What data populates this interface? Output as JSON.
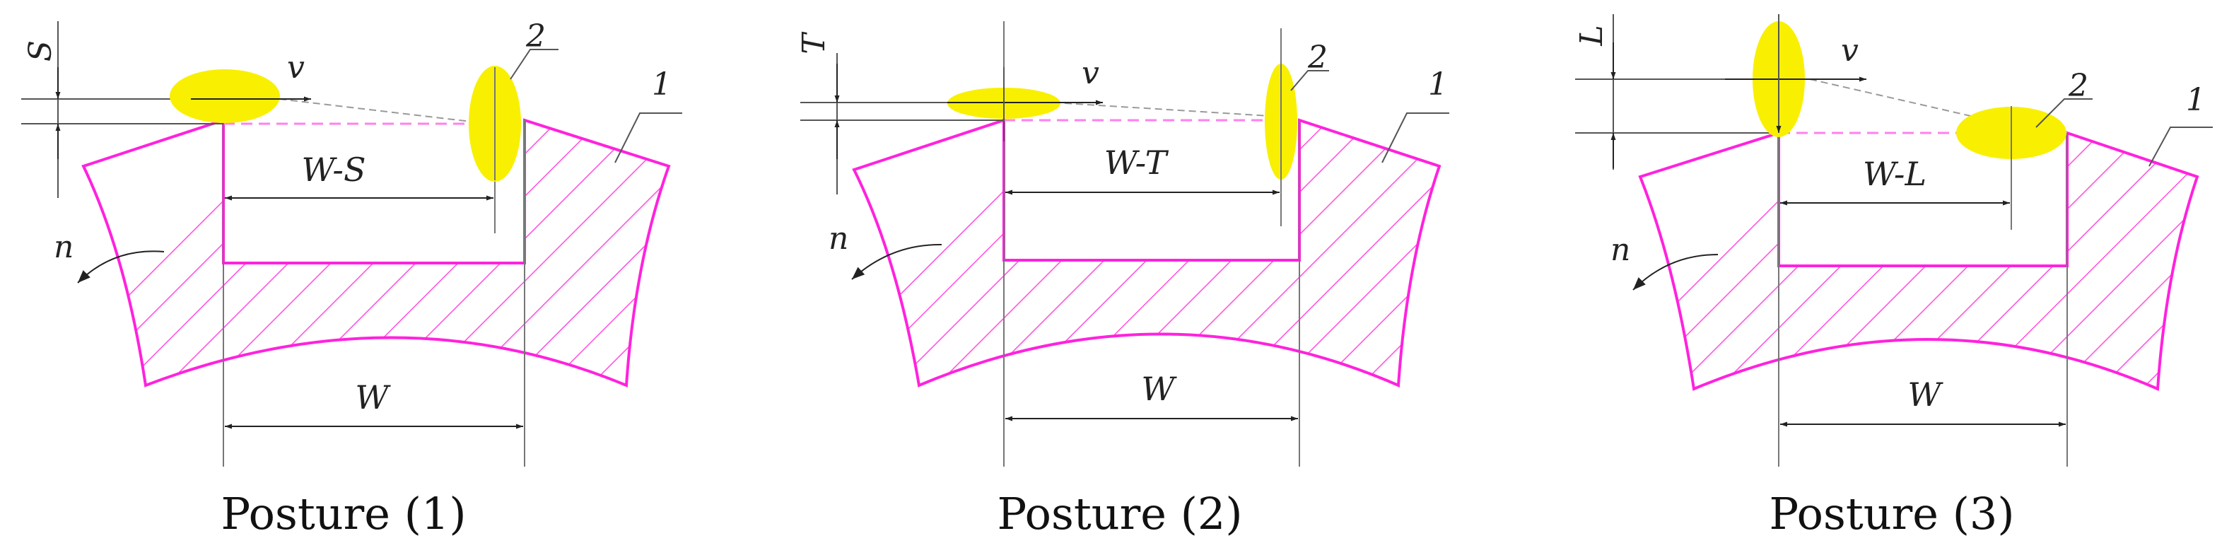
{
  "colors": {
    "profile": "#ff22dd",
    "hatch": "#ff55e0",
    "ellipse": "#f8f000",
    "dim": "#222222",
    "dashed": "#ff80ee",
    "sight": "#9a9a9a"
  },
  "postures": [
    {
      "caption": "Posture (1)",
      "offset_label": "S",
      "gap_label": "W-S",
      "width_label": "W",
      "speed_label": "v",
      "rotation_label": "n",
      "part_label_1": "1",
      "part_label_2": "2"
    },
    {
      "caption": "Posture (2)",
      "offset_label": "T",
      "gap_label": "W-T",
      "width_label": "W",
      "speed_label": "v",
      "rotation_label": "n",
      "part_label_1": "1",
      "part_label_2": "2"
    },
    {
      "caption": "Posture (3)",
      "offset_label": "L",
      "gap_label": "W-L",
      "width_label": "W",
      "speed_label": "v",
      "rotation_label": "n",
      "part_label_1": "1",
      "part_label_2": "2"
    }
  ]
}
